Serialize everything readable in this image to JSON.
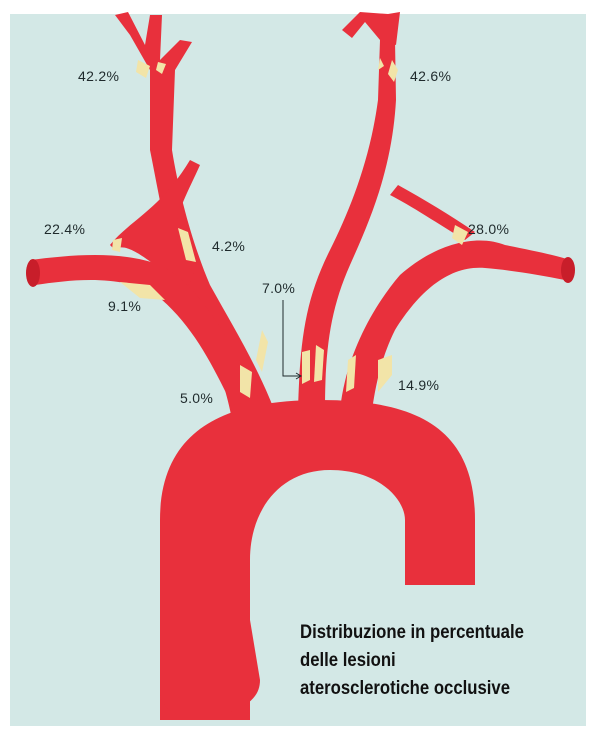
{
  "colors": {
    "background": "#d3e8e6",
    "artery": "#e8303c",
    "lesion": "#f2e4a8",
    "text": "#1f2a2c"
  },
  "labels": {
    "left_vertebral": "42.2%",
    "right_vertebral": "42.6%",
    "left_upper_branch": "22.4%",
    "left_inner_origin": "4.2%",
    "right_subclavian_branch": "28.0%",
    "center_origin": "7.0%",
    "left_subclavian": "9.1%",
    "left_common_origin": "5.0%",
    "right_common_origin": "14.9%"
  },
  "caption": {
    "line1": "Distribuzione in percentuale",
    "line2": "delle lesioni",
    "line3": "aterosclerotiche occlusive"
  }
}
